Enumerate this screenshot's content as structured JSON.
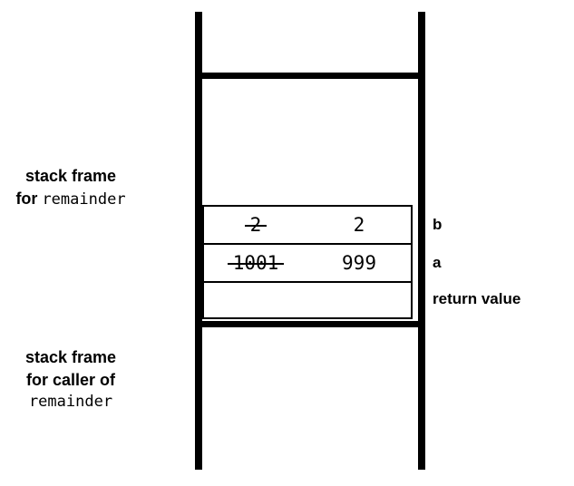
{
  "diagram": {
    "title": "stack frame diagram for remainder",
    "captions": {
      "upper": {
        "line1": "stack frame",
        "line2_prefix": "for ",
        "line2_mono": "remainder"
      },
      "lower": {
        "line1": "stack frame",
        "line2": "for caller of",
        "line3_mono": "remainder"
      }
    },
    "table": {
      "rows": [
        {
          "slot_label": "b",
          "cells": [
            {
              "value": "2",
              "struck": true
            },
            {
              "value": "2",
              "struck": false
            }
          ]
        },
        {
          "slot_label": "a",
          "cells": [
            {
              "value": "1001",
              "struck": true
            },
            {
              "value": "999",
              "struck": false
            }
          ]
        },
        {
          "slot_label": "return value",
          "cells": [
            {
              "value": "",
              "struck": false
            },
            {
              "value": "",
              "struck": false
            }
          ]
        }
      ]
    },
    "colors": {
      "ink": "#000000",
      "background": "#ffffff"
    }
  }
}
